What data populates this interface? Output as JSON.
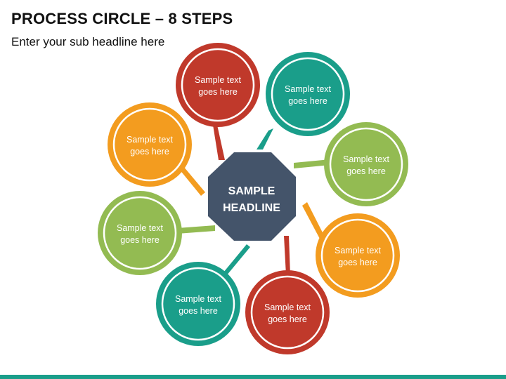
{
  "header": {
    "title": "PROCESS CIRCLE – 8 STEPS",
    "subtitle": "Enter your sub headline here"
  },
  "center": {
    "line1": "SAMPLE",
    "line2": "HEADLINE",
    "color": "#44546a"
  },
  "steps": [
    {
      "line1": "Sample text",
      "line2": "goes here",
      "color": "#c0392b"
    },
    {
      "line1": "Sample text",
      "line2": "goes here",
      "color": "#1a9e8a"
    },
    {
      "line1": "Sample text",
      "line2": "goes here",
      "color": "#93bb52"
    },
    {
      "line1": "Sample text",
      "line2": "goes here",
      "color": "#f39c1f"
    },
    {
      "line1": "Sample text",
      "line2": "goes here",
      "color": "#c0392b"
    },
    {
      "line1": "Sample text",
      "line2": "goes here",
      "color": "#1a9e8a"
    },
    {
      "line1": "Sample text",
      "line2": "goes here",
      "color": "#93bb52"
    },
    {
      "line1": "Sample text",
      "line2": "goes here",
      "color": "#f39c1f"
    }
  ],
  "footer": {
    "accent_color": "#1a9e8a"
  }
}
